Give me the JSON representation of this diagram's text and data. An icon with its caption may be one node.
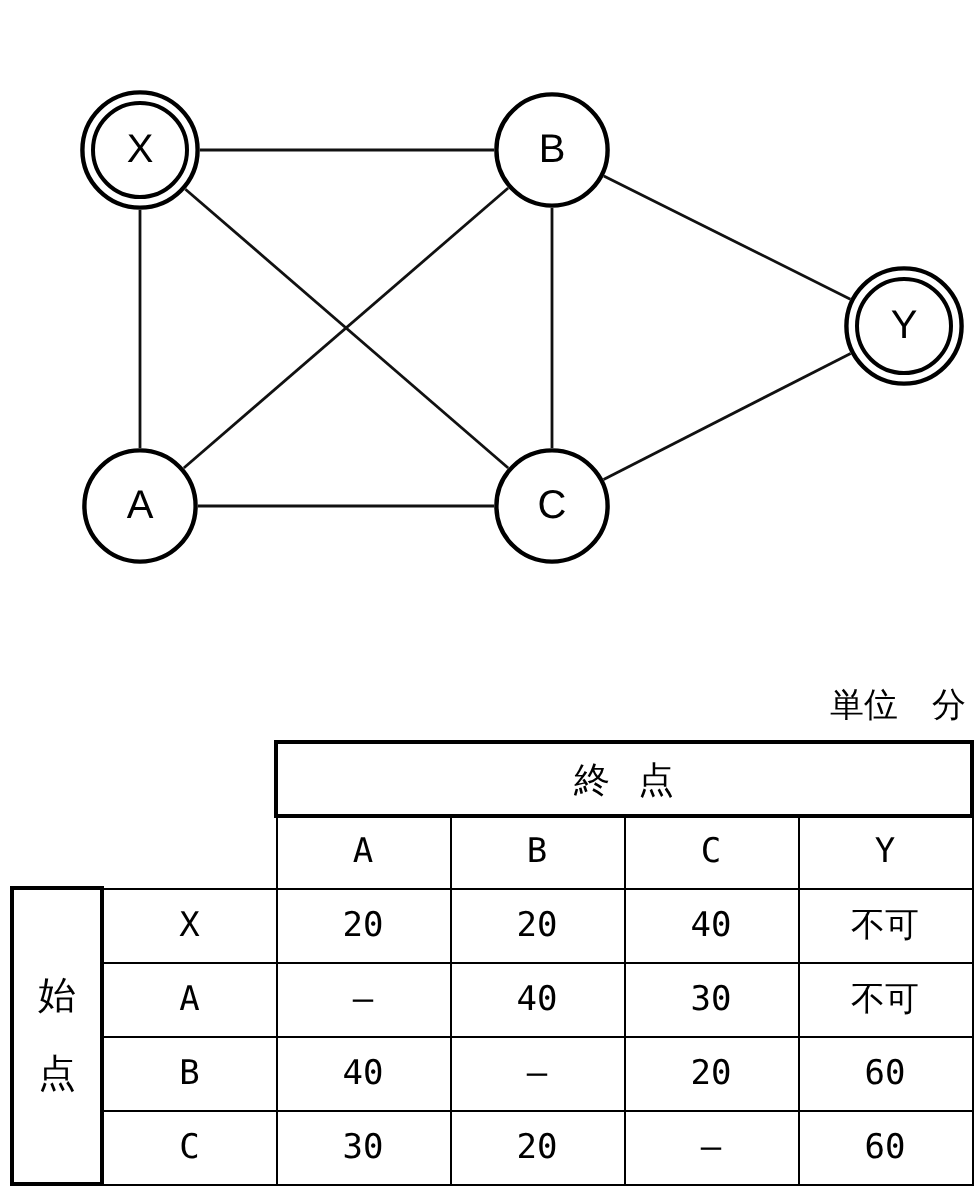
{
  "diagram": {
    "nodes": [
      {
        "text": [
          "X"
        ]
      },
      {
        "text": [
          "B"
        ]
      },
      {
        "text": [
          "Y"
        ]
      },
      {
        "text": [
          "A"
        ]
      },
      {
        "text": [
          "C"
        ]
      }
    ],
    "edges": [
      {
        "from": 0,
        "to": 1,
        "arrow": "none"
      },
      {
        "from": 0,
        "to": 3,
        "arrow": "none"
      },
      {
        "from": 0,
        "to": 4,
        "arrow": "none"
      },
      {
        "from": 1,
        "to": 3,
        "arrow": "none"
      },
      {
        "from": 1,
        "to": 4,
        "arrow": "none"
      },
      {
        "from": 1,
        "to": 2,
        "arrow": "none"
      },
      {
        "from": 3,
        "to": 4,
        "arrow": "none"
      },
      {
        "from": 4,
        "to": 2,
        "arrow": "none"
      }
    ],
    "labels": [
      "単位　分",
      "終点",
      "A",
      "B",
      "C",
      "Y",
      "始点",
      "X",
      "20",
      "20",
      "40",
      "不可",
      "A",
      "—",
      "40",
      "30",
      "不可",
      "B",
      "40",
      "—",
      "20",
      "60",
      "C",
      "30",
      "20",
      "—",
      "60"
    ]
  }
}
